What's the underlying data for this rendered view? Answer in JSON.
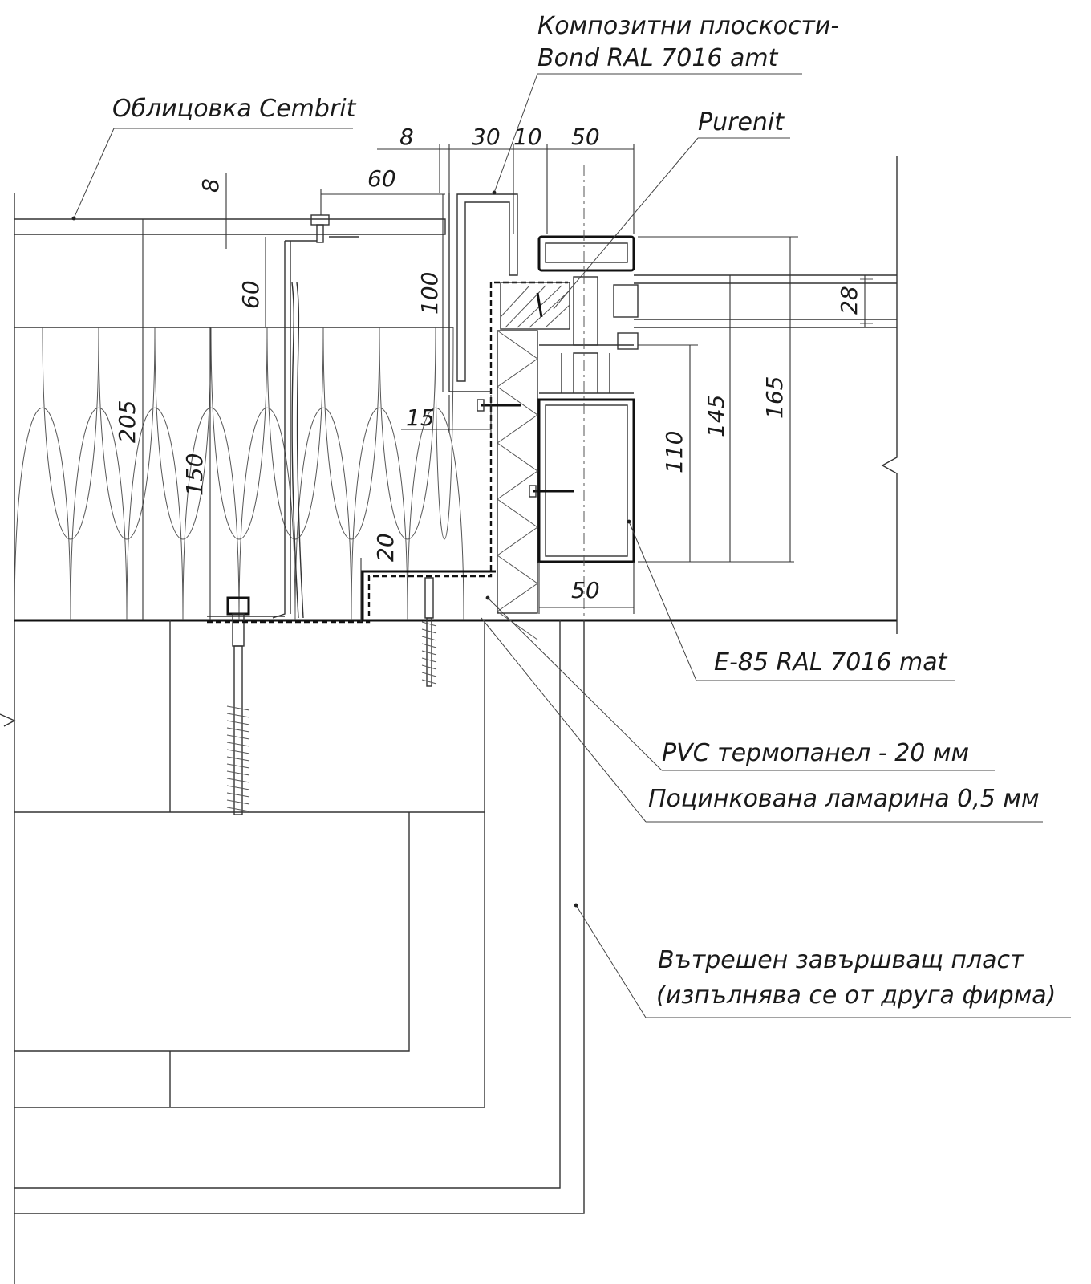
{
  "labels": {
    "composite": "Композитни плоскости-",
    "composite_2": "Bond RAL 7016 amt",
    "cladding": "Облицовка Cembrit",
    "purenit": "Purenit",
    "profile": "E-85 RAL 7016 mat",
    "pvc": "PVC термопанел - 20 мм",
    "galv": "Поцинкована ламарина 0,5 мм",
    "inner_1": "Вътрешен завършващ пласт",
    "inner_2": "(изпълнява се от друга фирма)"
  },
  "dims": {
    "d8_top": "8",
    "d30": "30",
    "d10": "10",
    "d50_top": "50",
    "d8_left": "8",
    "d60_h": "60",
    "d60_v": "60",
    "d100": "100",
    "d28": "28",
    "d205": "205",
    "d150": "150",
    "d15": "15",
    "d110": "110",
    "d145": "145",
    "d165": "165",
    "d20": "20",
    "d50_bot": "50"
  }
}
